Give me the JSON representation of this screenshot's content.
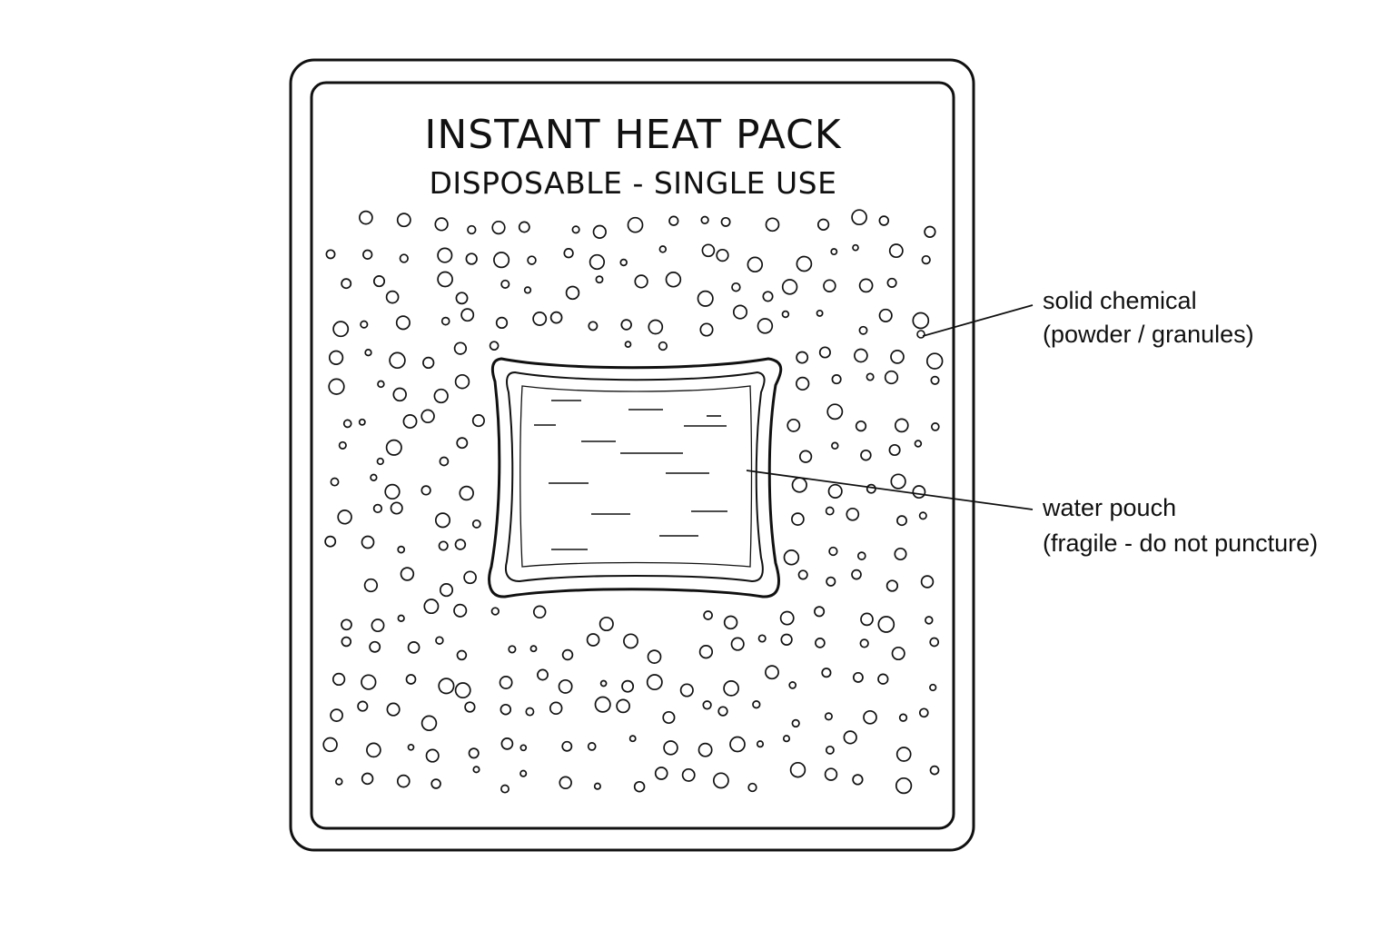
{
  "package": {
    "title": "INSTANT HEAT PACK",
    "subtitle": "DISPOSABLE - SINGLE USE"
  },
  "labels": {
    "solid_chemical": {
      "line1": "solid chemical",
      "line2": "(powder / granules)"
    },
    "water_pouch": {
      "line1": "water pouch",
      "line2": "(fragile - do not puncture)"
    }
  },
  "colors": {
    "ink": "#111111",
    "background": "#ffffff"
  }
}
